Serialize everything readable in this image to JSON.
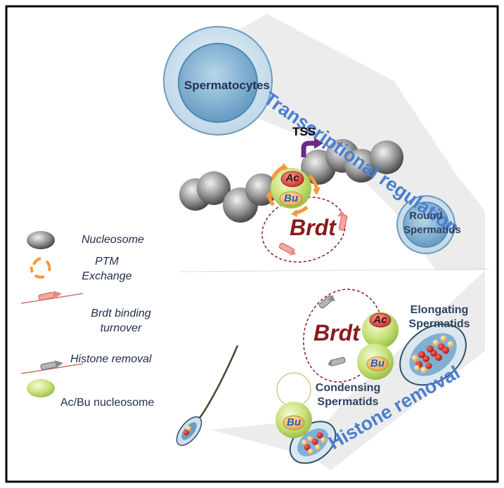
{
  "titles": {
    "transcriptional": "Transcriptional regulation",
    "histone_removal": "Histone removal"
  },
  "cells": {
    "spermatocytes": "Spermatocytes",
    "round_line1": "Round",
    "round_line2": "Spermatids",
    "elongating_line1": "Elongating",
    "elongating_line2": "Spermatids",
    "condensing_line1": "Condensing",
    "condensing_line2": "Spermatids"
  },
  "diagram": {
    "tss": "TSS",
    "ac": "Ac",
    "bu": "Bu",
    "brdt": "Brdt"
  },
  "legend": {
    "nucleosome": "Nucleosome",
    "ptm_line1": "PTM",
    "ptm_line2": "Exchange",
    "brdt_line1": "Brdt binding",
    "brdt_line2": "turnover",
    "histone_removal": "Histone removal",
    "acbu": "Ac/Bu nucleosome"
  },
  "colors": {
    "blue_title": "#4a7fd0",
    "brdt_red": "#8b1a1a",
    "ac_red": "#d9413c",
    "green": "#c9e27a",
    "tss_purple": "#6b2a86"
  }
}
